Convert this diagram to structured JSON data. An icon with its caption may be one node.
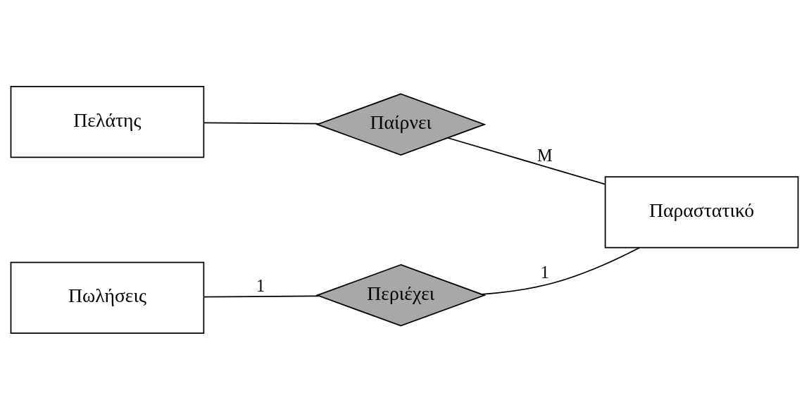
{
  "diagram": {
    "nodes": [
      {
        "text": [
          "Πελάτης"
        ]
      },
      {
        "text": [
          "Παίρνει"
        ]
      },
      {
        "text": [
          "Παραστατικό"
        ]
      },
      {
        "text": [
          "Πωλήσεις"
        ]
      },
      {
        "text": [
          "Περιέχει"
        ]
      }
    ],
    "edges": [
      {
        "from": 0,
        "to": 1,
        "arrow": "none"
      },
      {
        "from": 1,
        "to": 2,
        "arrow": "none",
        "label": "M"
      },
      {
        "from": 2,
        "to": 4,
        "arrow": "none",
        "label": "1"
      },
      {
        "from": 3,
        "to": 4,
        "arrow": "none",
        "label": "1"
      }
    ]
  }
}
